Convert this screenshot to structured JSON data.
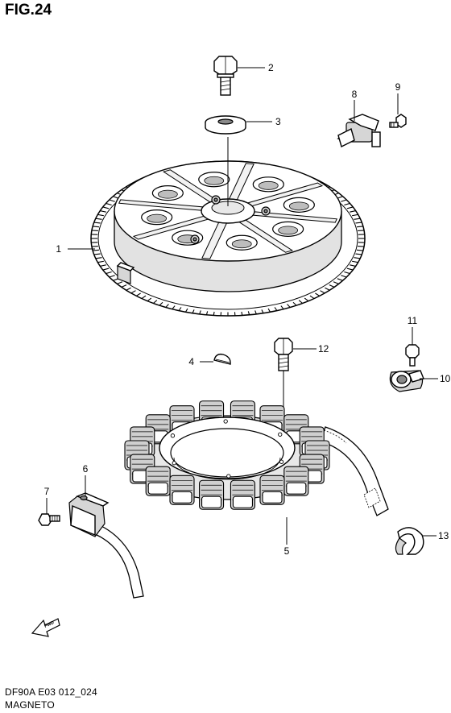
{
  "header": {
    "title": "FIG.24"
  },
  "footer": {
    "code": "DF90A E03 012_024",
    "name": "MAGNETO"
  },
  "fwd_label": "FWD",
  "callouts": [
    {
      "id": "c1",
      "text": "1"
    },
    {
      "id": "c2",
      "text": "2"
    },
    {
      "id": "c3",
      "text": "3"
    },
    {
      "id": "c4",
      "text": "4"
    },
    {
      "id": "c5",
      "text": "5"
    },
    {
      "id": "c6",
      "text": "6"
    },
    {
      "id": "c7",
      "text": "7"
    },
    {
      "id": "c8",
      "text": "8"
    },
    {
      "id": "c9",
      "text": "9"
    },
    {
      "id": "c10",
      "text": "10"
    },
    {
      "id": "c11",
      "text": "11"
    },
    {
      "id": "c12",
      "text": "12"
    },
    {
      "id": "c13",
      "text": "13"
    }
  ]
}
